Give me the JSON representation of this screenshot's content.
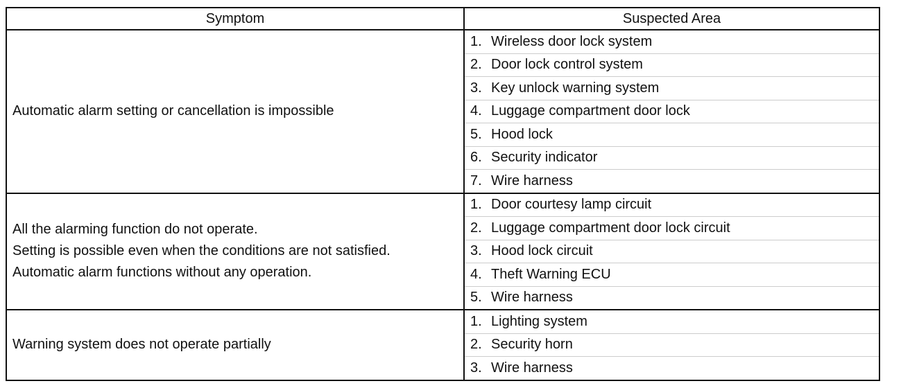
{
  "table": {
    "headers": {
      "symptom": "Symptom",
      "suspected_area": "Suspected Area"
    },
    "rows": [
      {
        "symptom_lines": [
          "Automatic alarm setting or cancellation is impossible"
        ],
        "areas": [
          {
            "num": "1.",
            "text": "Wireless door lock system"
          },
          {
            "num": "2.",
            "text": "Door lock control system"
          },
          {
            "num": "3.",
            "text": "Key unlock warning system"
          },
          {
            "num": "4.",
            "text": "Luggage compartment door lock"
          },
          {
            "num": "5.",
            "text": "Hood lock"
          },
          {
            "num": "6.",
            "text": "Security indicator"
          },
          {
            "num": "7.",
            "text": "Wire harness"
          }
        ]
      },
      {
        "symptom_lines": [
          "All the alarming function do not operate.",
          "Setting is possible even when the conditions are not satisfied.",
          "Automatic alarm functions without any operation."
        ],
        "areas": [
          {
            "num": "1.",
            "text": "Door courtesy lamp circuit"
          },
          {
            "num": "2.",
            "text": "Luggage compartment door lock circuit"
          },
          {
            "num": "3.",
            "text": "Hood lock circuit"
          },
          {
            "num": "4.",
            "text": "Theft Warning ECU"
          },
          {
            "num": "5.",
            "text": "Wire harness"
          }
        ]
      },
      {
        "symptom_lines": [
          "Warning system does not operate partially"
        ],
        "areas": [
          {
            "num": "1.",
            "text": "Lighting system"
          },
          {
            "num": "2.",
            "text": "Security horn"
          },
          {
            "num": "3.",
            "text": "Wire harness"
          }
        ]
      }
    ]
  }
}
